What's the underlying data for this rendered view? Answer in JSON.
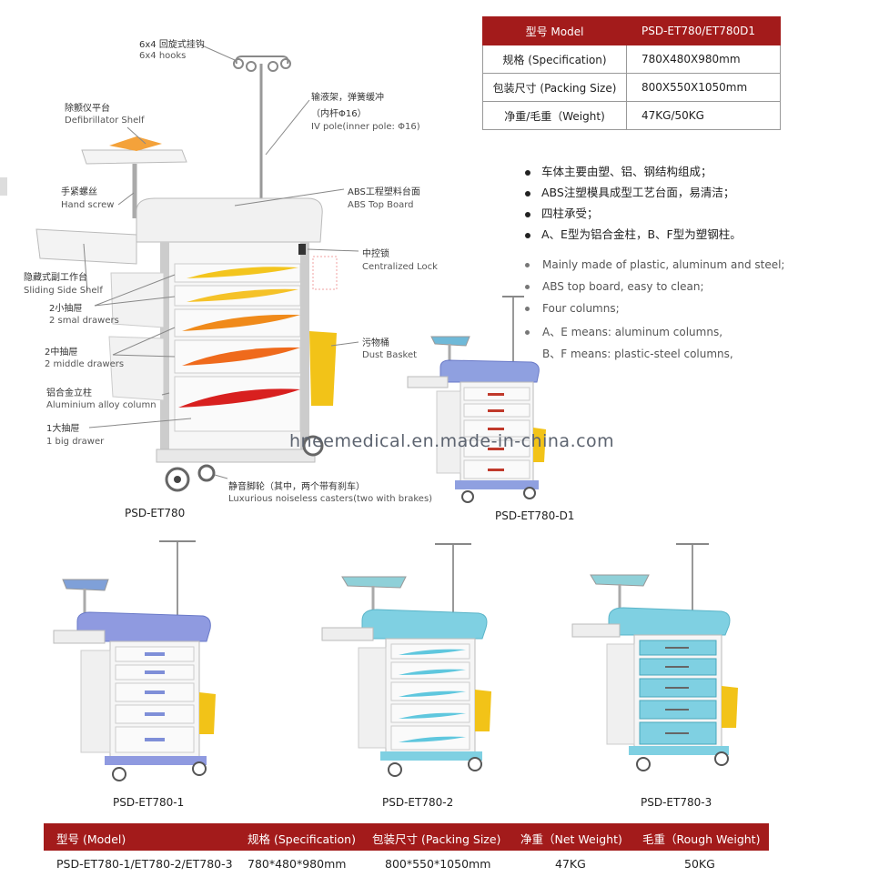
{
  "callouts": {
    "hooks": {
      "cn": "6x4 回旋式挂钩",
      "en": "6x4 hooks"
    },
    "iv_pole": {
      "cn": "输液架，弹簧缓冲",
      "cn2": "（内杆Φ16）",
      "en": "IV pole(inner pole: Φ16)"
    },
    "defib": {
      "cn": "除颤仪平台",
      "en": "Defibrillator Shelf"
    },
    "hand_screw": {
      "cn": "手紧螺丝",
      "en": "Hand screw"
    },
    "abs_top": {
      "cn": "ABS工程塑料台面",
      "en": "ABS Top Board"
    },
    "lock": {
      "cn": "中控锁",
      "en": "Centralized Lock"
    },
    "side_shelf": {
      "cn": "隐藏式副工作台",
      "en": "Sliding Side Shelf"
    },
    "small_drawers": {
      "cn": "2小抽屉",
      "en": "2 smal drawers"
    },
    "dust": {
      "cn": "污物桶",
      "en": "Dust Basket"
    },
    "middle_drawers": {
      "cn": "2中抽屉",
      "en": "2 middle drawers"
    },
    "column": {
      "cn": "铝合金立柱",
      "en": "Aluminium alloy column"
    },
    "big_drawer": {
      "cn": "1大抽屉",
      "en": "1 big drawer"
    },
    "casters": {
      "cn": "静音脚轮（其中，两个带有刹车）",
      "en": "Luxurious noiseless casters(two with brakes)"
    }
  },
  "captions": {
    "main": "PSD-ET780",
    "d1": "PSD-ET780-D1",
    "v1": "PSD-ET780-1",
    "v2": "PSD-ET780-2",
    "v3": "PSD-ET780-3"
  },
  "spec_table": {
    "rows": [
      {
        "k": "型号 Model",
        "v": "PSD-ET780/ET780D1"
      },
      {
        "k": "规格 (Specification)",
        "v": "780X480X980mm"
      },
      {
        "k": "包装尺寸 (Packing Size)",
        "v": "800X550X1050mm"
      },
      {
        "k": "净重/毛重（Weight)",
        "v": "47KG/50KG"
      }
    ]
  },
  "features_cn": [
    "车体主要由塑、铝、钢结构组成；",
    "ABS注塑模具成型工艺台面，易清洁；",
    "四柱承受；",
    "A、E型为铝合金柱，B、F型为塑钢柱。"
  ],
  "features_en": [
    "Mainly made of plastic, aluminum and steel;",
    "ABS top board, easy to clean;",
    "Four columns;",
    "A、E means: aluminum columns,",
    "B、F means: plastic-steel columns,"
  ],
  "watermark": "hneemedical.en.made-in-china.com",
  "bottom_table": {
    "headers": [
      "型号 (Model)",
      "规格 (Specification)",
      "包装尺寸 (Packing Size)",
      "净重（Net Weight)",
      "毛重（Rough Weight)"
    ],
    "row": [
      "PSD-ET780-1/ET780-2/ET780-3",
      "780*480*980mm",
      "800*550*1050mm",
      "47KG",
      "50KG"
    ]
  },
  "colors": {
    "brand_red": "#a31b1b",
    "drawer_yellow": "#f3c51e",
    "drawer_orange": "#f08a1a",
    "drawer_red": "#d8201f",
    "trim_blue": "#7f8fd8",
    "trim_cyan": "#7fd0e2",
    "dust_yellow": "#f2c318"
  }
}
